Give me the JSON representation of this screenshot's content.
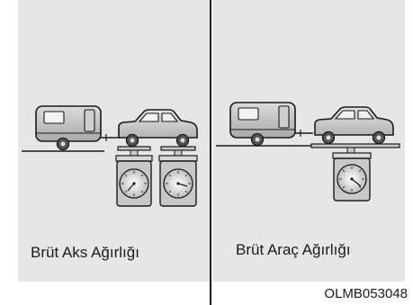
{
  "panels": {
    "left_label": "Brüt Aks Ağırlığı",
    "right_label": "Brüt Araç Ağırlığı"
  },
  "figure_code": "OLMB053048",
  "icons": {
    "trailer": "caravan-trailer-icon",
    "car": "car-icon",
    "scale": "dial-scale-icon"
  },
  "colors": {
    "panel_background": "#e6e6e6",
    "body_fill": "#c8c8c8",
    "outline": "#1a1a1a",
    "window_fill": "#f2f2f2",
    "wheel_fill": "#555555"
  }
}
